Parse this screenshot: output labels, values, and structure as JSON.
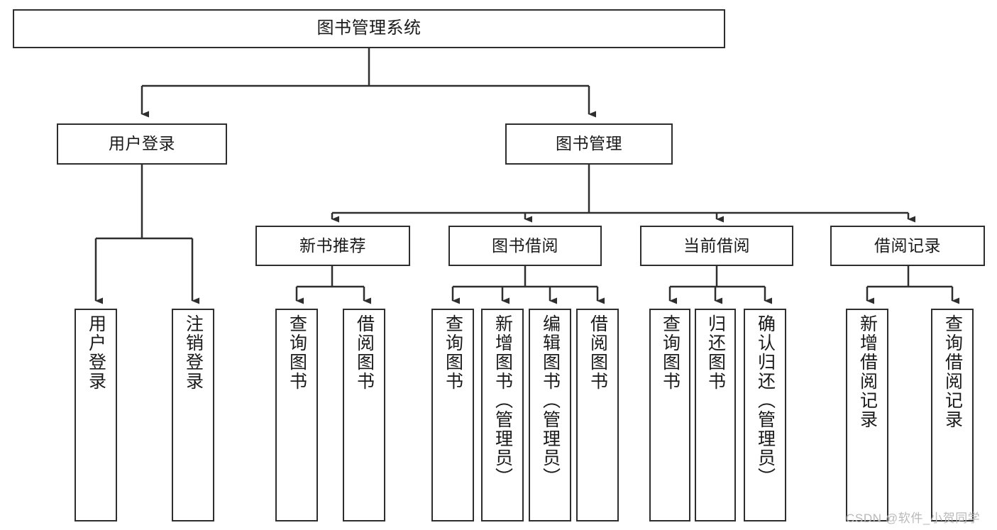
{
  "diagram": {
    "title": "图书管理系统",
    "type": "tree-hierarchy-diagram",
    "colors": {
      "stroke": "#2e2e2e",
      "fill": "#ffffff",
      "text": "#1a1a1a",
      "watermark": "#b9b9b9"
    },
    "levels": {
      "root": {
        "label": "图书管理系统"
      },
      "level2": [
        {
          "label": "用户登录"
        },
        {
          "label": "图书管理"
        }
      ],
      "level3": [
        {
          "label": "新书推荐"
        },
        {
          "label": "图书借阅"
        },
        {
          "label": "当前借阅"
        },
        {
          "label": "借阅记录"
        }
      ],
      "leaves": {
        "user_login": [
          {
            "label": "用户登录"
          },
          {
            "label": "注销登录"
          }
        ],
        "new_book_recommend": [
          {
            "label": "查询图书"
          },
          {
            "label": "借阅图书"
          }
        ],
        "book_borrow": [
          {
            "label": "查询图书"
          },
          {
            "label": "新增图书（管理员）"
          },
          {
            "label": "编辑图书（管理员）"
          },
          {
            "label": "借阅图书"
          }
        ],
        "current_borrow": [
          {
            "label": "查询图书"
          },
          {
            "label": "归还图书"
          },
          {
            "label": "确认归还（管理员）"
          }
        ],
        "borrow_record": [
          {
            "label": "新增借阅记录"
          },
          {
            "label": "查询借阅记录"
          }
        ]
      }
    },
    "watermark": "CSDN @软件_小贺同学"
  }
}
